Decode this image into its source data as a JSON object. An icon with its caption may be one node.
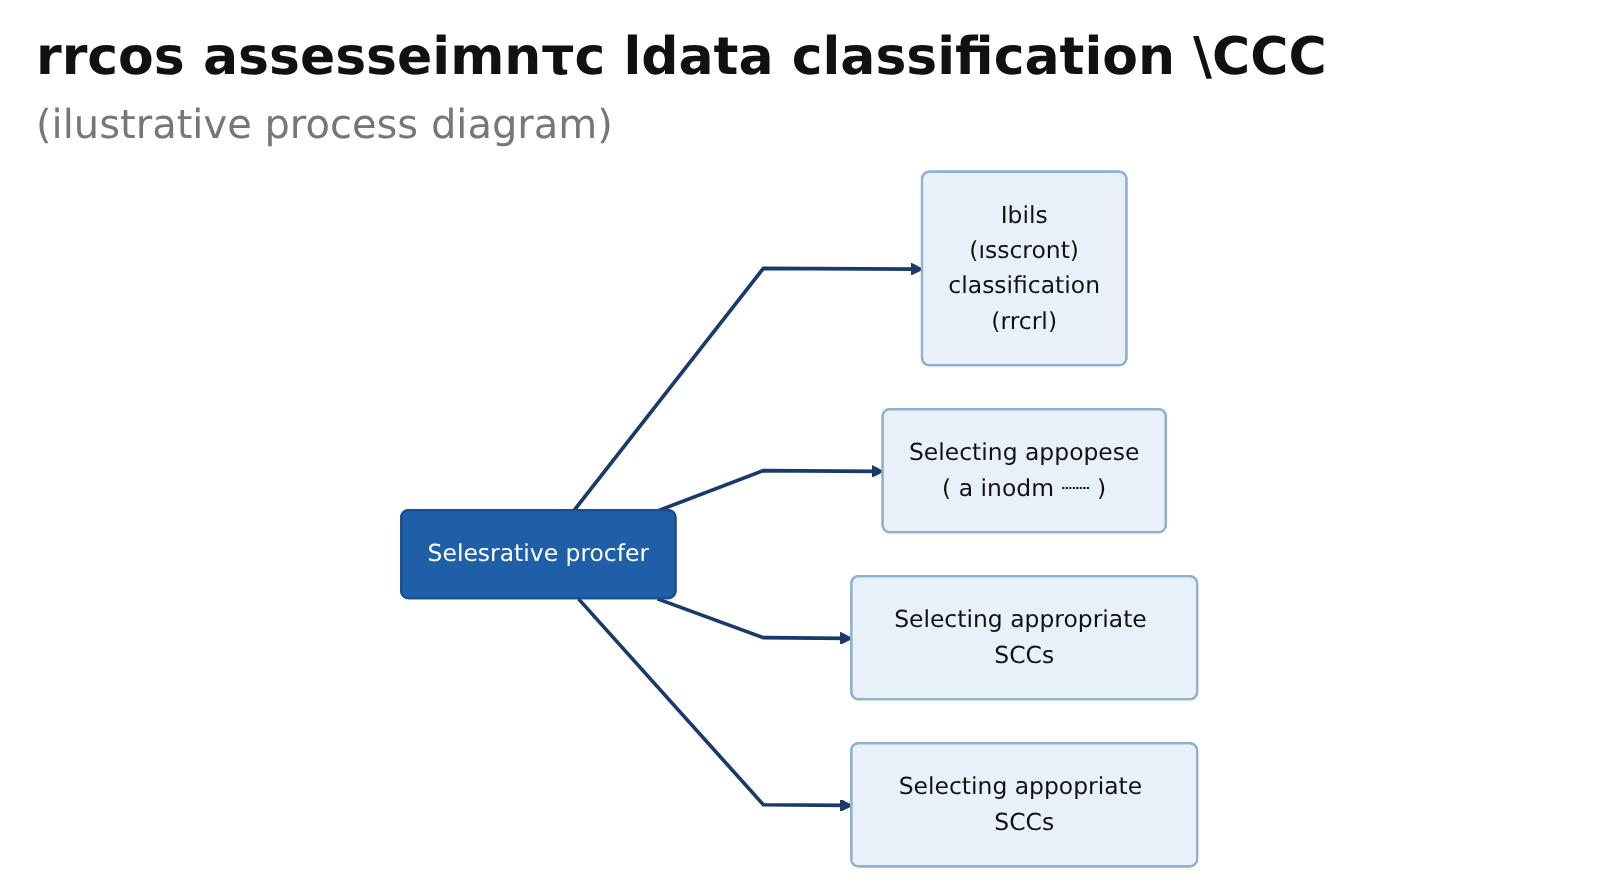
{
  "diagram": {
    "title": "rrcos assesseimnτc ldata classification \\CCC",
    "caption": "(ilustrative process diagram)",
    "nodes": [
      {
        "text": [
          "Ibils",
          "(ısscront)",
          "classification",
          "(rrcrl)"
        ]
      },
      {
        "text": [
          "Selesrative procfer"
        ]
      },
      {
        "text": [
          "Selecting appopese",
          "( a inodm ┈┈ )"
        ]
      },
      {
        "text": [
          "Selecting appropriate SCCs"
        ]
      },
      {
        "text": [
          "Selecting appopriate SCCs"
        ]
      }
    ],
    "edges": [
      {
        "from": 1,
        "to": 0,
        "arrow": "to"
      },
      {
        "from": 1,
        "to": 2,
        "arrow": "to"
      },
      {
        "from": 1,
        "to": 3,
        "arrow": "to"
      },
      {
        "from": 1,
        "to": 4,
        "arrow": "to"
      }
    ]
  }
}
